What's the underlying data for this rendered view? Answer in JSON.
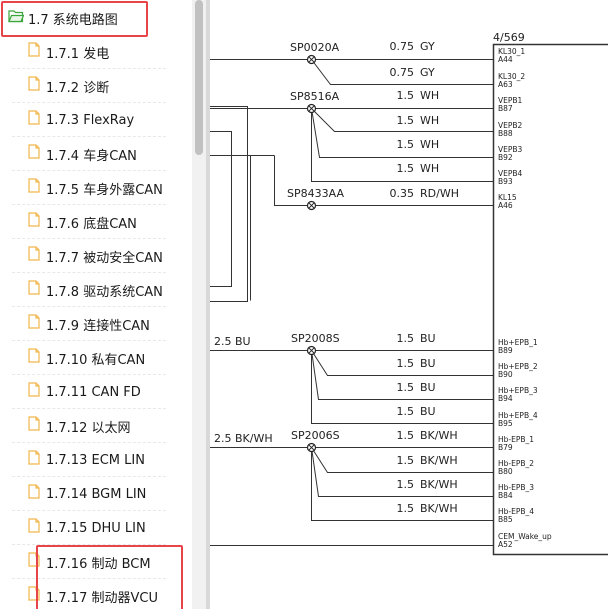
{
  "sidebar": {
    "parent": {
      "label": "1.7 系统电路图",
      "icon": "folder-open-icon"
    },
    "items": [
      "1.7.1 发电",
      "1.7.2 诊断",
      "1.7.3 FlexRay",
      "1.7.4 车身CAN",
      "1.7.5 车身外露CAN",
      "1.7.6 底盘CAN",
      "1.7.7 被动安全CAN",
      "1.7.8 驱动系统CAN",
      "1.7.9 连接性CAN",
      "1.7.10 私有CAN",
      "1.7.11 CAN FD",
      "1.7.12 以太网",
      "1.7.13 ECM LIN",
      "1.7.14 BGM LIN",
      "1.7.15 DHU LIN",
      "1.7.16 制动 BCM",
      "1.7.17 制动器VCU"
    ],
    "item_icon": "document-icon",
    "highlight_color": "#e8454a"
  },
  "diagram": {
    "page_label": "4/569",
    "splices": [
      "SP0020A",
      "SP8516A",
      "SP8433AA",
      "SP2008S",
      "SP2006S"
    ],
    "left_feeds": [
      "2.5  BU",
      "2.5  BK/WH"
    ],
    "wires": [
      {
        "size": "0.75",
        "color": "GY"
      },
      {
        "size": "0.75",
        "color": "GY"
      },
      {
        "size": "1.5",
        "color": "WH"
      },
      {
        "size": "1.5",
        "color": "WH"
      },
      {
        "size": "1.5",
        "color": "WH"
      },
      {
        "size": "1.5",
        "color": "WH"
      },
      {
        "size": "0.35",
        "color": "RD/WH"
      },
      {
        "size": "1.5",
        "color": "BU"
      },
      {
        "size": "1.5",
        "color": "BU"
      },
      {
        "size": "1.5",
        "color": "BU"
      },
      {
        "size": "1.5",
        "color": "BU"
      },
      {
        "size": "1.5",
        "color": "BK/WH"
      },
      {
        "size": "1.5",
        "color": "BK/WH"
      },
      {
        "size": "1.5",
        "color": "BK/WH"
      },
      {
        "size": "1.5",
        "color": "BK/WH"
      }
    ],
    "pins": [
      {
        "name": "KL30_1",
        "id": "A44"
      },
      {
        "name": "KL30_2",
        "id": "A63"
      },
      {
        "name": "VEPB1",
        "id": "B87"
      },
      {
        "name": "VEPB2",
        "id": "B88"
      },
      {
        "name": "VEPB3",
        "id": "B92"
      },
      {
        "name": "VEPB4",
        "id": "B93"
      },
      {
        "name": "KL15",
        "id": "A46"
      },
      {
        "name": "Hb+EPB_1",
        "id": "B89"
      },
      {
        "name": "Hb+EPB_2",
        "id": "B90"
      },
      {
        "name": "Hb+EPB_3",
        "id": "B94"
      },
      {
        "name": "Hb+EPB_4",
        "id": "B95"
      },
      {
        "name": "Hb-EPB_1",
        "id": "B79"
      },
      {
        "name": "Hb-EPB_2",
        "id": "B80"
      },
      {
        "name": "Hb-EPB_3",
        "id": "B84"
      },
      {
        "name": "Hb-EPB_4",
        "id": "B85"
      },
      {
        "name": "CEM_Wake_up",
        "id": "A52"
      }
    ]
  }
}
